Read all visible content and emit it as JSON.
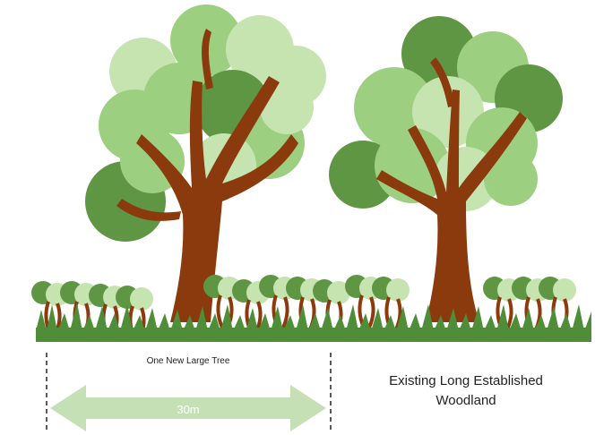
{
  "labels": {
    "new_tree": "One New Large Tree",
    "existing": "Existing Long Established Woodland",
    "distance": "30m"
  },
  "colors": {
    "trunk": "#8b3a0e",
    "leaf_dark": "#5e9644",
    "leaf_mid": "#9ccf7f",
    "leaf_light": "#c6e4b0",
    "grass": "#4f8d39",
    "arrow": "#c5e0b4",
    "arrow_text": "#ffffff",
    "dash": "#222222"
  }
}
